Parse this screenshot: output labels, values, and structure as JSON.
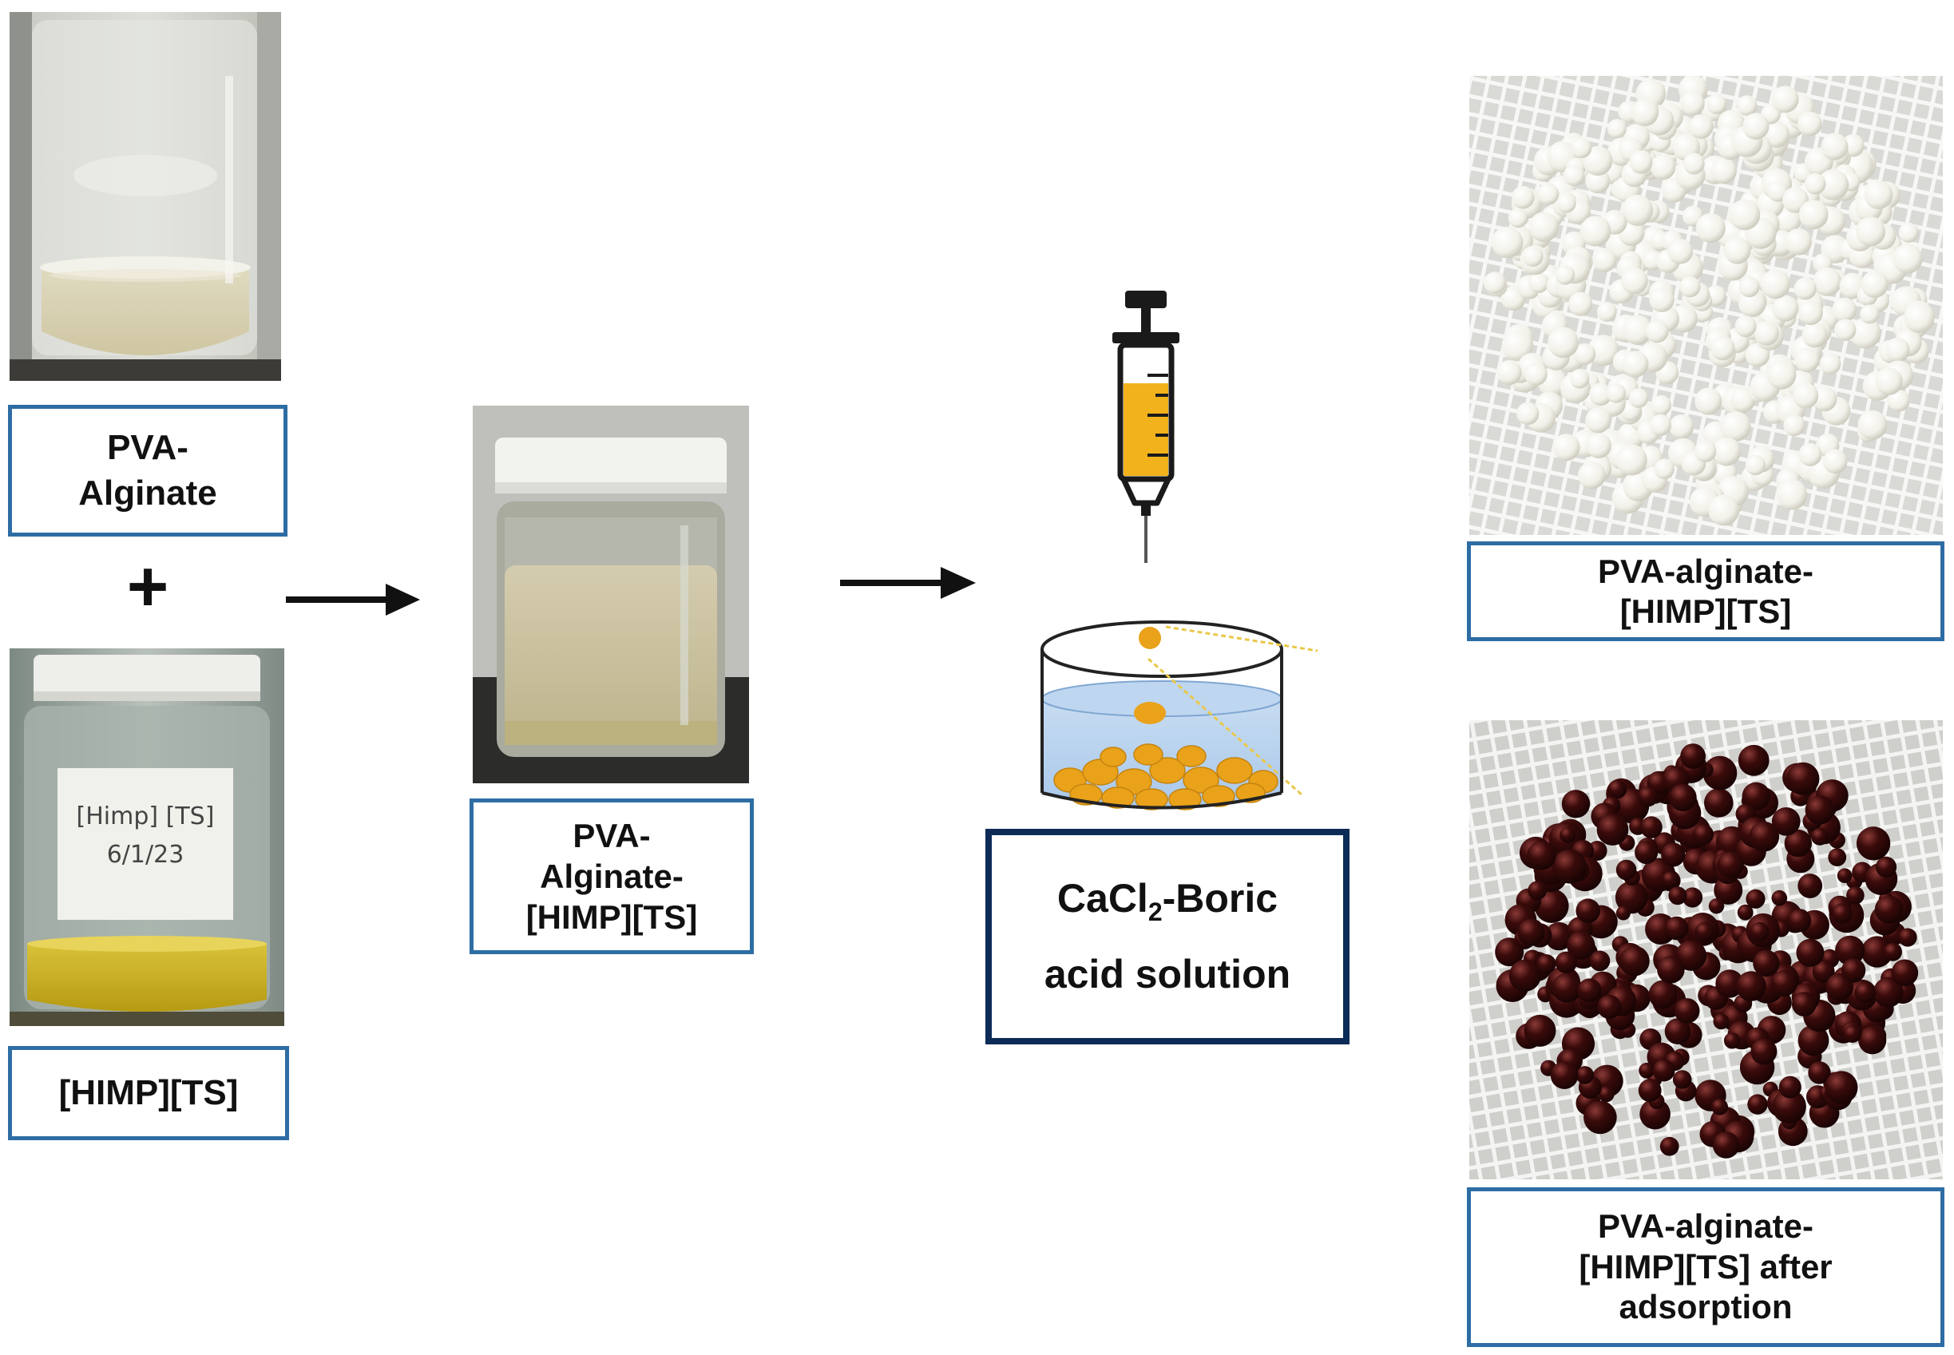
{
  "labels": {
    "pva_alginate": {
      "line1": "PVA-",
      "line2": "Alginate"
    },
    "himp_ts": {
      "line1": "[HIMP][TS]"
    },
    "pva_alginate_himp": {
      "line1": "PVA-",
      "line2": "Alginate-",
      "line3": "[HIMP][TS]"
    },
    "cacl2_boric": {
      "line1_pre": "CaCl",
      "line1_sub": "2",
      "line1_post": "-Boric",
      "line2": "acid solution"
    },
    "beads_white": {
      "line1": "PVA-alginate-",
      "line2": "[HIMP][TS]"
    },
    "beads_after": {
      "line1": "PVA-alginate-",
      "line2": "[HIMP][TS] after",
      "line3": "adsorption"
    }
  },
  "jar_label": {
    "line1": "[Himp] [TS]",
    "line2": "6/1/23"
  },
  "plus_sign": "+",
  "colors": {
    "label_border_blue": "#2e6da4",
    "label_border_navy": "#0d2b57",
    "syringe_fluid": "#f2b21b",
    "bead_orange": "#e9a21a",
    "bead_white": "#f1f0e8",
    "bead_dark": "#3a0b0b",
    "arrow": "#111111"
  },
  "icons": [
    "arrow-right-icon",
    "syringe-icon",
    "petri-dish-icon"
  ]
}
